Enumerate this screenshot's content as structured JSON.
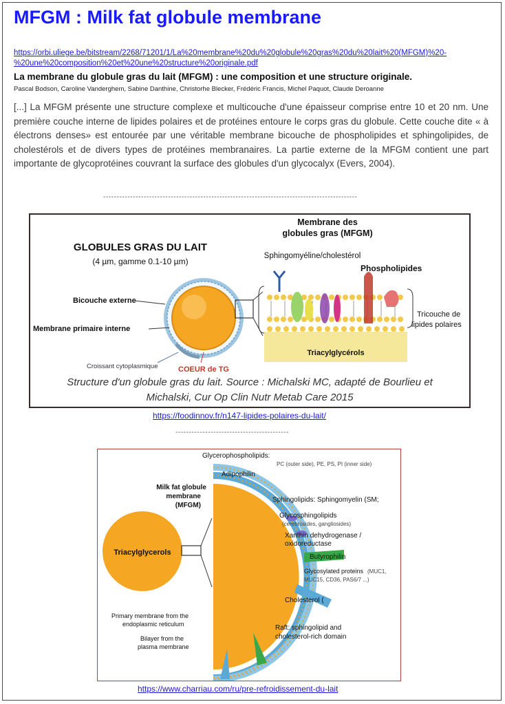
{
  "title": "MFGM : Milk fat globule membrane",
  "source_link": "https://orbi.uliege.be/bitstream/2268/71201/1/La%20membrane%20du%20globule%20gras%20du%20lait%20(MFGM)%20-%20une%20composition%20et%20une%20structure%20originale.pdf",
  "paper_title": "La membrane du globule gras du lait (MFGM) : une composition et une structure originale.",
  "authors": "Pascal Bodson, Caroline Vanderghem, Sabine Danthine, Christorhe Blecker, Frédéric Francis, Michel Paquot, Claude Deroanne",
  "abstract": "[...] La MFGM présente une structure complexe et multicouche d'une épaisseur comprise entre 10 et 20 nm. Une première couche interne de lipides polaires et de protéines entoure le corps gras du globule. Cette couche dite « à électrons denses» est entourée par une véritable membrane bicouche de phospholipides et sphingolipides, de cholestérols et de divers types de protéines membranaires. La partie externe de la MFGM contient une part importante de glycoprotéines couvrant la surface des globules d'un glycocalyx (Evers, 2004).",
  "separator1": "----------------------------------------------------------------------------------------------",
  "separator2": "------------------------------------------",
  "figure1": {
    "heading": "GLOBULES GRAS DU LAIT",
    "subheading": "(4 µm, gamme 0.1-10 µm)",
    "label_bilayer": "Bicouche externe",
    "label_primary": "Membrane primaire interne",
    "label_crescent": "Croissant cytoplasmique",
    "label_core": "COEUR de TG",
    "label_membrane": "Membrane des",
    "label_membrane2": "globules gras (MFGM)",
    "label_sphingo": "Sphingomyéline/cholestérol",
    "label_phospho": "Phospholipides",
    "label_tricouche": "Tricouche de",
    "label_tricouche2": "lipides polaires",
    "label_tag": "Triacylglycérols",
    "caption_line1": "Structure d'un globule gras du lait. Source : Michalski MC, adapté de Bourlieu et",
    "caption_line2": "Michalski, Cur Op Clin Nutr Metab Care 2015",
    "url": "https://foodinnov.fr/n147-lipides-polaires-du-lait/"
  },
  "figure2": {
    "label_glycero": "Glycerophospholipids:",
    "label_glycero_sub": "PC (outer side), PE, PS, PI (inner side)",
    "label_adipo": "Adipophilin",
    "label_mfgm": "Milk fat globule",
    "label_mfgm2": "membrane",
    "label_mfgm3": "(MFGM)",
    "label_sphingo": "Sphingolipids: Sphingomyelin (SM;",
    "label_sphingo_end": ")",
    "label_glycosph": "Glycosphingolipids",
    "label_glycosph_sub": "(cerebrosides, gangliosides)",
    "label_xanthin": "Xanthin dehydrogenase /",
    "label_xanthin2": "oxidoreductase",
    "label_butyro": "Butyrophilin",
    "label_glycoprot": "Glycosylated proteins",
    "label_glycoprot_sub": "(MUC1,",
    "label_glycoprot_sub2": "MUC15, CD36, PAS6/7 ...)",
    "label_tag": "Triacylglycerols",
    "label_chol": "Cholesterol (",
    "label_chol_end": ")",
    "label_primary": "Primary membrane from the",
    "label_primary2": "endoplasmic reticulum",
    "label_raft": "Raft: sphingolipid and",
    "label_raft2": "cholesterol-rich domain",
    "label_bilayer": "Bilayer from the",
    "label_bilayer2": "plasma membrane",
    "url": "https://www.charriau.com/ru/pre-refroidissement-du-lait"
  },
  "colors": {
    "title": "#1a1aff",
    "link": "#1a1ad6",
    "globule_orange": "#f5a623",
    "membrane_blue": "#5aa9d6",
    "protein_green": "#3aa84a"
  }
}
